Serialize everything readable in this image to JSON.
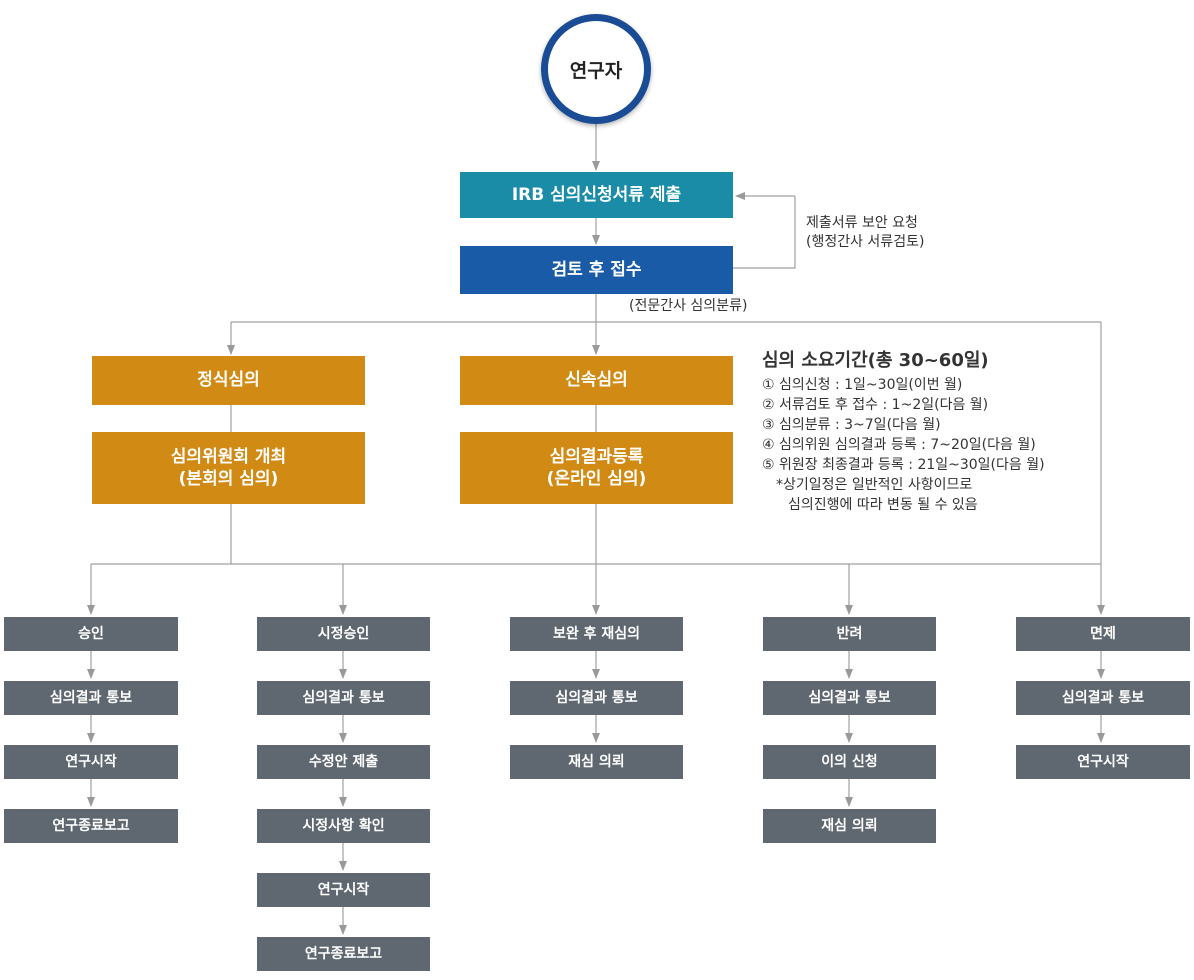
{
  "start": "연구자",
  "submit": "IRB 심의신청서류 제출",
  "receive": "검토 후 접수",
  "feedback_note": [
    "제출서류 보안 요청",
    "(행정간사 서류검토)"
  ],
  "classify_note": "(전문간사 심의분류)",
  "regular_review": "정식심의",
  "expedited_review": "신속심의",
  "committee_meeting": [
    "심의위원회 개최",
    "(본회의 심의)"
  ],
  "result_register": [
    "심의결과등록",
    "(온라인 심의)"
  ],
  "schedule": {
    "title": "심의 소요기간(총 30~60일)",
    "items": [
      "① 심의신청 : 1일~30일(이번 월)",
      "② 서류검토 후 접수 : 1~2일(다음 월)",
      "③ 심의분류 : 3~7일(다음 월)",
      "④ 심의위원 심의결과 등록 : 7~20일(다음 월)",
      "⑤ 위원장 최종결과 등록 : 21일~30일(다음 월)"
    ],
    "notes": [
      "*상기일정은 일반적인 사항이므로",
      "심의진행에 따라 변동 될 수 있음"
    ]
  },
  "outcomes": [
    {
      "label": "승인",
      "steps": [
        "심의결과 통보",
        "연구시작",
        "연구종료보고"
      ]
    },
    {
      "label": "시정승인",
      "steps": [
        "심의결과 통보",
        "수정안 제출",
        "시정사항 확인",
        "연구시작",
        "연구종료보고"
      ]
    },
    {
      "label": "보완 후 재심의",
      "steps": [
        "심의결과 통보",
        "재심 의뢰"
      ]
    },
    {
      "label": "반려",
      "steps": [
        "심의결과 통보",
        "이의 신청",
        "재심 의뢰"
      ]
    },
    {
      "label": "면제",
      "steps": [
        "심의결과 통보",
        "연구시작"
      ]
    }
  ],
  "colors": {
    "teal": "#1b8ca8",
    "blue": "#1a5ba7",
    "gold": "#d18a14",
    "gray": "#5f6871",
    "circle_border": "#1a4c96",
    "line": "#a0a0a0"
  }
}
